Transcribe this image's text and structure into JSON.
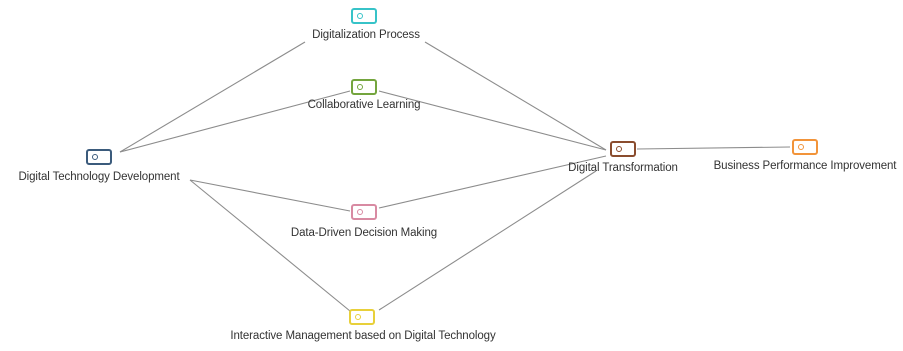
{
  "diagram": {
    "nodes": [
      {
        "id": "digital-tech-dev",
        "label": "Digital Technology Development",
        "color": "#3b5b7c"
      },
      {
        "id": "digitalization-process",
        "label": "Digitalization Process",
        "color": "#37c3c8"
      },
      {
        "id": "collaborative-learning",
        "label": "Collaborative Learning",
        "color": "#74a53e"
      },
      {
        "id": "data-driven-decision",
        "label": "Data-Driven Decision Making",
        "color": "#d88aa2"
      },
      {
        "id": "interactive-management",
        "label": "Interactive Management based on Digital Technology",
        "color": "#e8d03a"
      },
      {
        "id": "digital-transformation",
        "label": "Digital Transformation",
        "color": "#8a4c2e"
      },
      {
        "id": "business-performance",
        "label": "Business Performance Improvement",
        "color": "#f2943a"
      }
    ],
    "edges": [
      {
        "from": "digital-tech-dev",
        "to": "digitalization-process"
      },
      {
        "from": "digital-tech-dev",
        "to": "collaborative-learning"
      },
      {
        "from": "digital-tech-dev",
        "to": "data-driven-decision"
      },
      {
        "from": "digital-tech-dev",
        "to": "interactive-management"
      },
      {
        "from": "digitalization-process",
        "to": "digital-transformation"
      },
      {
        "from": "collaborative-learning",
        "to": "digital-transformation"
      },
      {
        "from": "data-driven-decision",
        "to": "digital-transformation"
      },
      {
        "from": "interactive-management",
        "to": "digital-transformation"
      },
      {
        "from": "digital-transformation",
        "to": "business-performance"
      }
    ],
    "edge_color": "#8c8c8c"
  }
}
